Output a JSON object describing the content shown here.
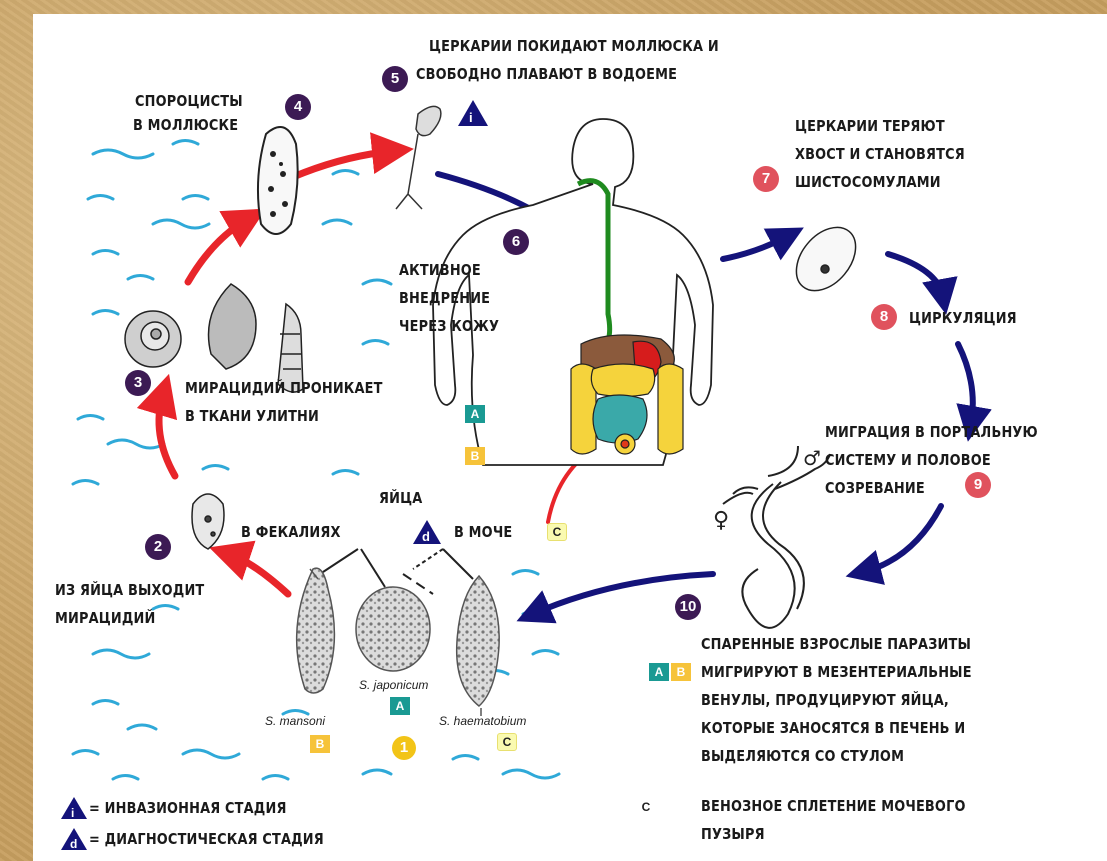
{
  "labels": {
    "step4": "СПОРОЦИСТЫ",
    "step4b": "В МОЛЛЮСКЕ",
    "step5": "ЦЕРКАРИИ ПОКИДАЮТ МОЛЛЮСКА И",
    "step5b": "СВОБОДНО ПЛАВАЮТ В ВОДОЕМЕ",
    "step6a": "АКТИВНОЕ",
    "step6b": "ВНЕДРЕНИЕ",
    "step6c": "ЧЕРЕЗ КОЖУ",
    "step7a": "ЦЕРКАРИИ ТЕРЯЮТ",
    "step7b": "ХВОСТ И СТАНОВЯТСЯ",
    "step7c": "ШИСТОСОМУЛАМИ",
    "step8": "ЦИРКУЛЯЦИЯ",
    "step9a": "МИГРАЦИЯ В ПОРТАЛЬНУЮ",
    "step9b": "СИСТЕМУ И ПОЛОВОЕ",
    "step9c": "СОЗРЕВАНИЕ",
    "step3a": "МИРАЦИДИЙ ПРОНИКАЕТ",
    "step3b": "В ТКАНИ УЛИТНИ",
    "eggs": "ЯЙЦА",
    "feces": "В ФЕКАЛИЯХ",
    "urine": "В МОЧЕ",
    "step2a": "ИЗ ЯЙЦА ВЫХОДИТ",
    "step2b": "МИРАЦИДИЙ",
    "step10a": "СПАРЕННЫЕ ВЗРОСЛЫЕ ПАРАЗИТЫ",
    "step10b": "МИГРИРУЮТ В МЕЗЕНТЕРИАЛЬНЫЕ",
    "step10c": "ВЕНУЛЫ, ПРОДУЦИРУЮТ ЯЙЦА,",
    "step10d": "КОТОРЫЕ ЗАНОСЯТСЯ В ПЕЧЕНЬ И",
    "step10e": "ВЫДЕЛЯЮТСЯ СО СТУЛОМ",
    "venous": "ВЕНОЗНОЕ СПЛЕТЕНИЕ МОЧЕВОГО",
    "venous2": "ПУЗЫРЯ",
    "legend_i": "= ИНВАЗИОННАЯ СТАДИЯ",
    "legend_d": "= ДИАГНОСТИЧЕСКАЯ СТАДИЯ"
  },
  "numbers": [
    "1",
    "2",
    "3",
    "4",
    "5",
    "6",
    "7",
    "8",
    "9",
    "10"
  ],
  "species": {
    "mansoni": "S. mansoni",
    "japonicum": "S. japonicum",
    "haematobium": "S. haematobium"
  },
  "markers": {
    "a": "A",
    "b": "B",
    "c": "C",
    "i": "i",
    "d": "d"
  },
  "symbols": {
    "male": "♂",
    "female": "♀"
  },
  "colors": {
    "red_arrow": "#e8252a",
    "blue_arrow": "#14137a",
    "water": "#2fa9d8",
    "num_dark": "#3c1a54",
    "num_red": "#e0525d",
    "teal": "#1a9a93",
    "yellow": "#f6c33a"
  }
}
